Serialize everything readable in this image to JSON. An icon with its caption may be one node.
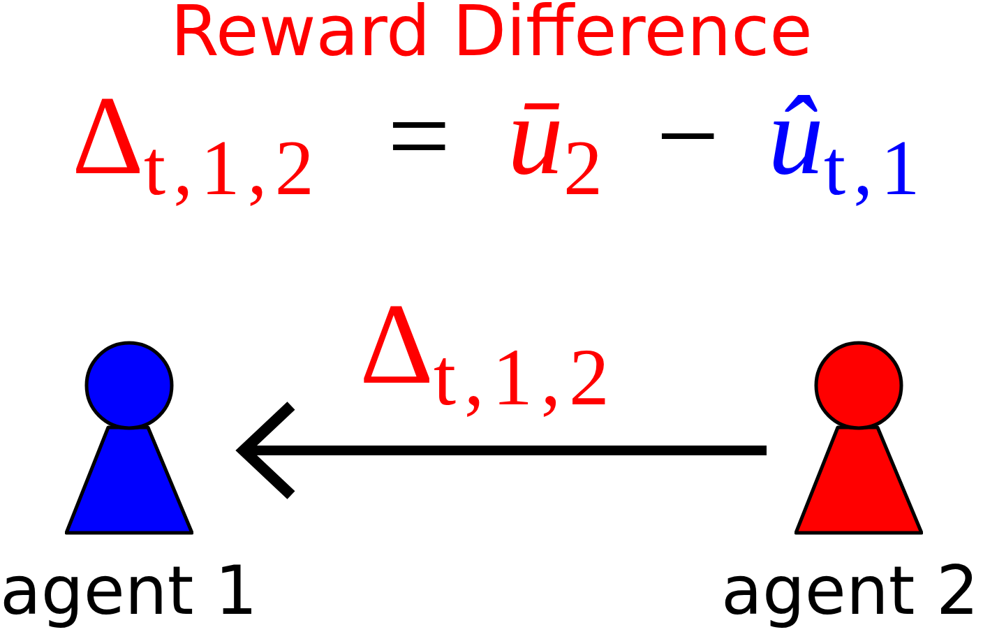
{
  "diagram": {
    "title": "Reward Difference",
    "nodes": [
      {
        "text": [
          "agent 1"
        ]
      },
      {
        "text": [
          "agent 2"
        ]
      }
    ],
    "edges": [
      {
        "from": 1,
        "to": 0,
        "arrow": "to",
        "label": "Δ$_{t,1,2}$"
      }
    ],
    "labels": [
      "Δ$_{t,1,2}$",
      "=",
      "*ū*$_{2}$",
      "−",
      "*û*$_{t,1}$"
    ]
  }
}
